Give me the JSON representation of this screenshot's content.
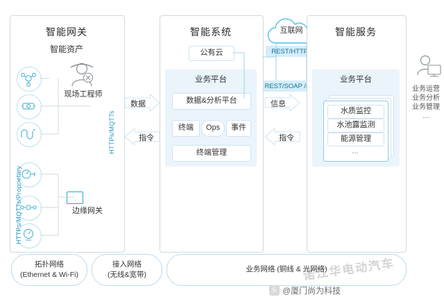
{
  "panels": {
    "gateway": {
      "title": "智能网关",
      "subtitle": "智能资产",
      "engineer_label": "现场工程师",
      "edge_gateway_label": "边缘网关",
      "vlabel_top": "HTTPs/MQTTs",
      "vlabel_bottom": "HTTPs/MQTTs/Proprietary"
    },
    "system": {
      "title": "智能系统",
      "public_cloud": "公有云",
      "platform": "业务平台",
      "analytics": "数据&分析平台",
      "terminal": "终端",
      "ops": "Ops",
      "events": "事件",
      "terminal_mgmt": "终端管理"
    },
    "service": {
      "title": "智能服务",
      "platform": "业务平台",
      "apps": [
        "水质监控",
        "水池露监测",
        "能源管理",
        "..."
      ]
    }
  },
  "internet": {
    "cloud_label": "互联网",
    "protocol_top": "REST/HTTPs",
    "protocol_mid": "REST/SOAP /HTTPs"
  },
  "flows": {
    "data": "数据",
    "command_left": "指令",
    "info": "信息",
    "command_right": "指令"
  },
  "right_side": {
    "lines": [
      "业务运营",
      "业务分析",
      "业务管理",
      "…"
    ]
  },
  "bottom": {
    "topology": {
      "line1": "拓扑网络",
      "line2": "(Ethernet & Wi-Fi)"
    },
    "access": {
      "line1": "接入网络",
      "line2": "(无线&宽带)"
    },
    "business": "业务网络 (铜线 & 光网络)"
  },
  "watermark": {
    "text": "诺江华电动汽车",
    "toutiao": "头条",
    "toutiao_account": "@厦门尚为科技"
  },
  "colors": {
    "accent": "#2196c4",
    "panel_border": "#cfd8dc",
    "lightbox": "#eaf4fb"
  }
}
